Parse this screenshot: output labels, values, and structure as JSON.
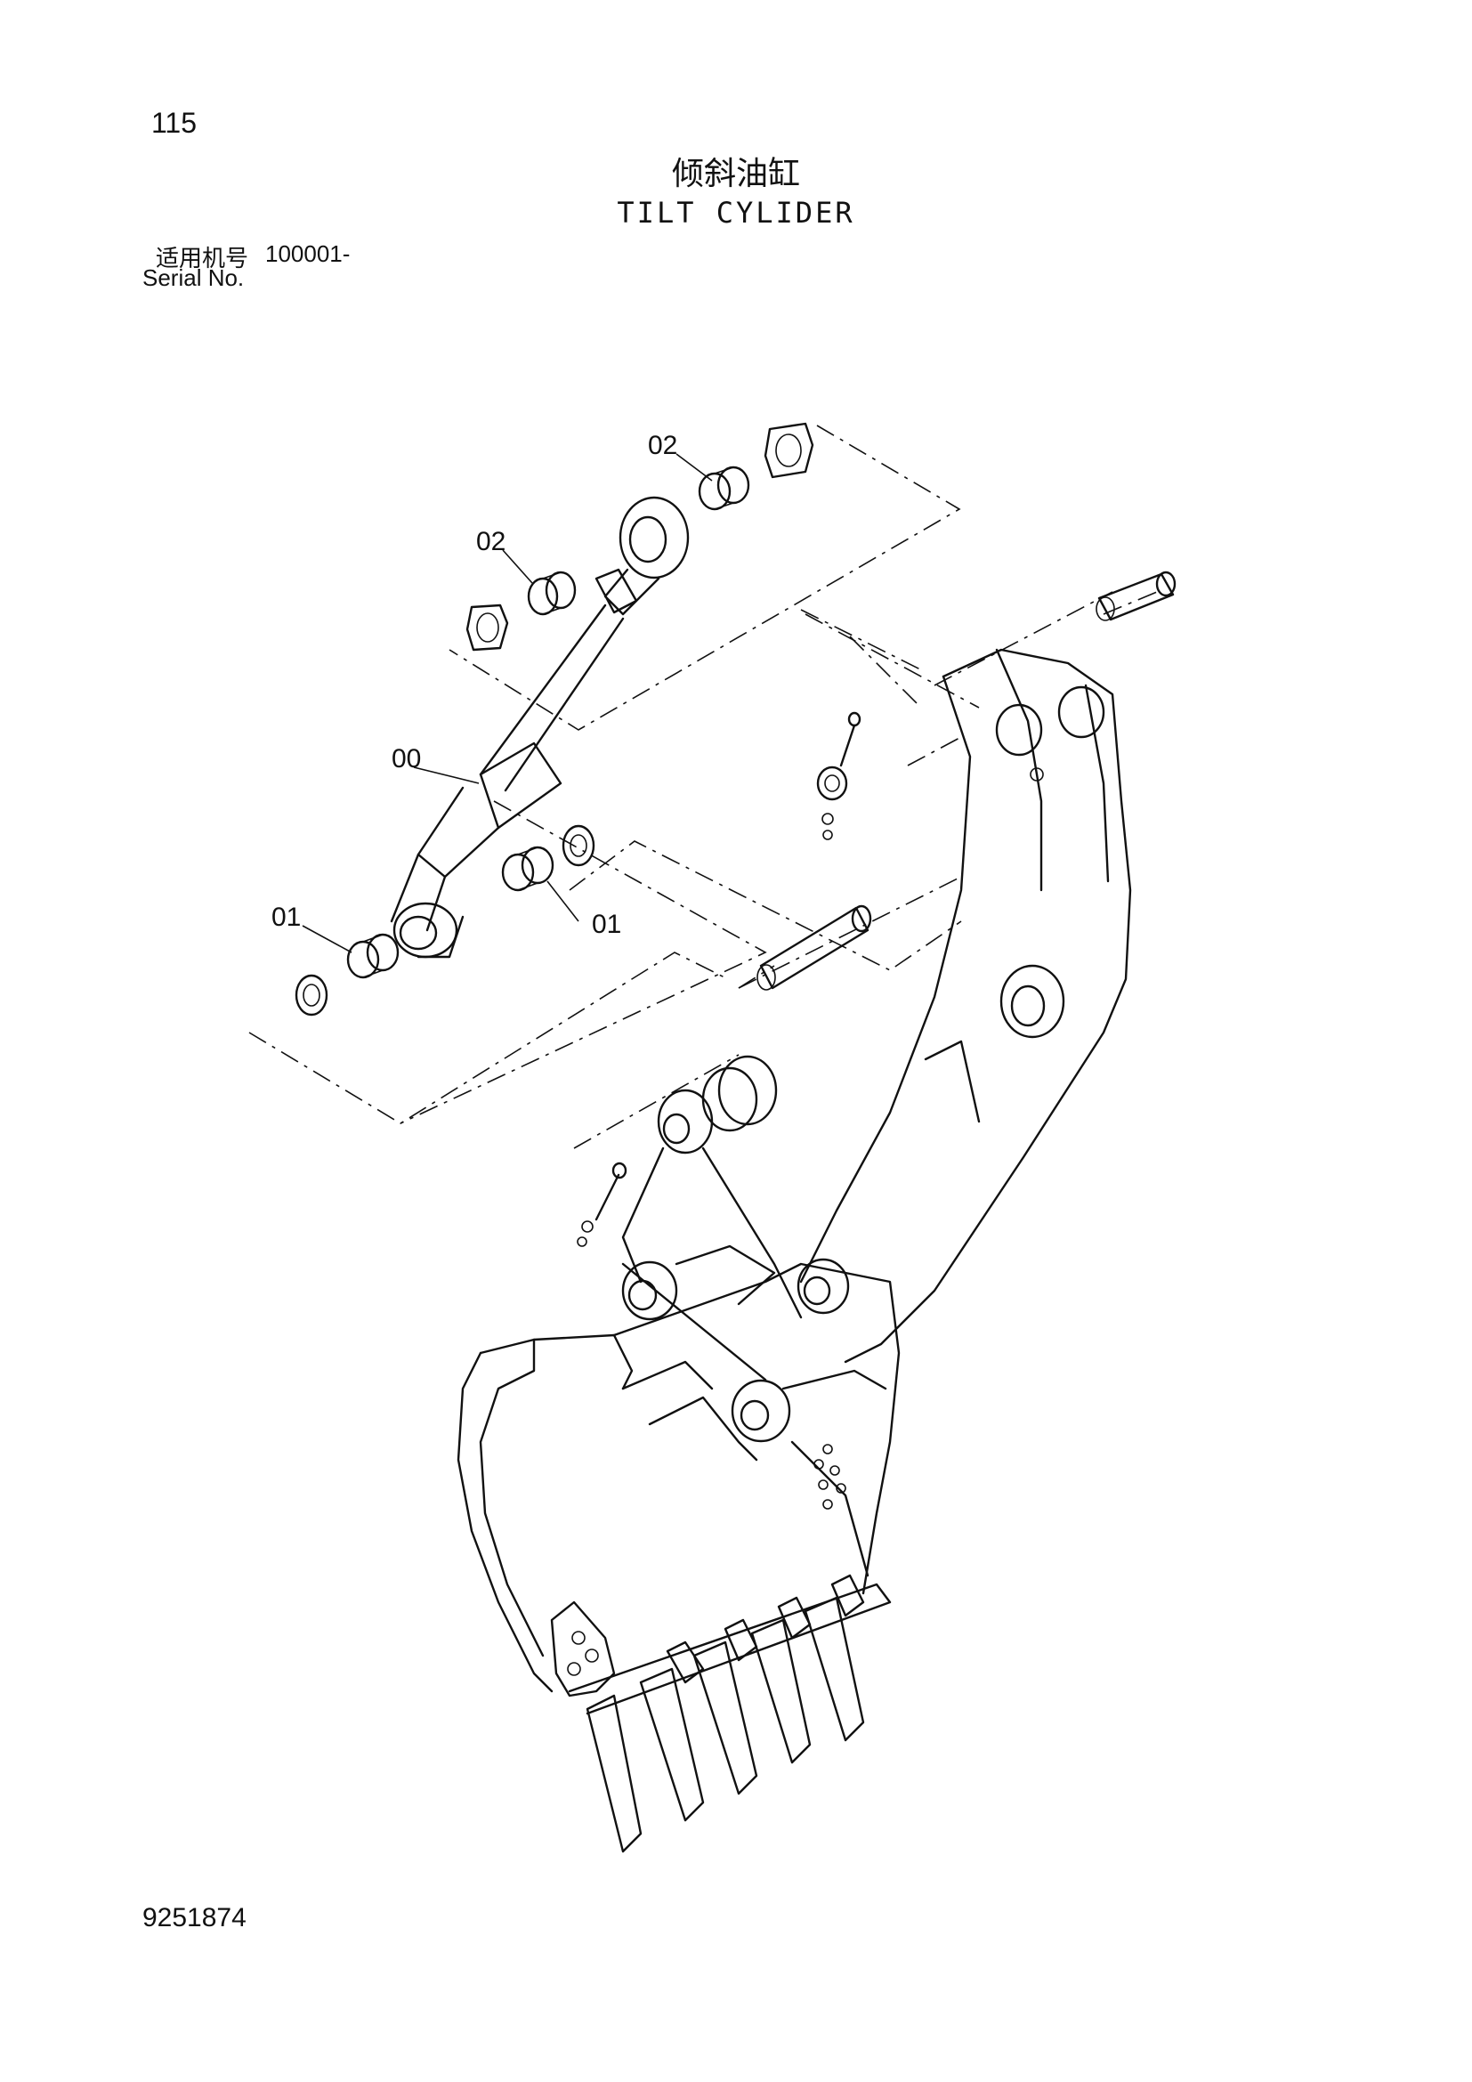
{
  "page": {
    "number": "115",
    "title_cn": "倾斜油缸",
    "title_en": "TILT CYLIDER",
    "serial_label_cn": "适用机号",
    "serial_value": "100001-",
    "serial_label_en": "Serial No.",
    "doc_number": "9251874"
  },
  "callouts": {
    "c02_top": "02",
    "c02_mid": "02",
    "c00": "00",
    "c01_left": "01",
    "c01_right": "01"
  },
  "icons": [
    "tilt-cylinder-icon",
    "bushing-icon",
    "shim-plate-icon",
    "pin-icon",
    "bucket-icon",
    "link-icon",
    "bolt-icon"
  ]
}
